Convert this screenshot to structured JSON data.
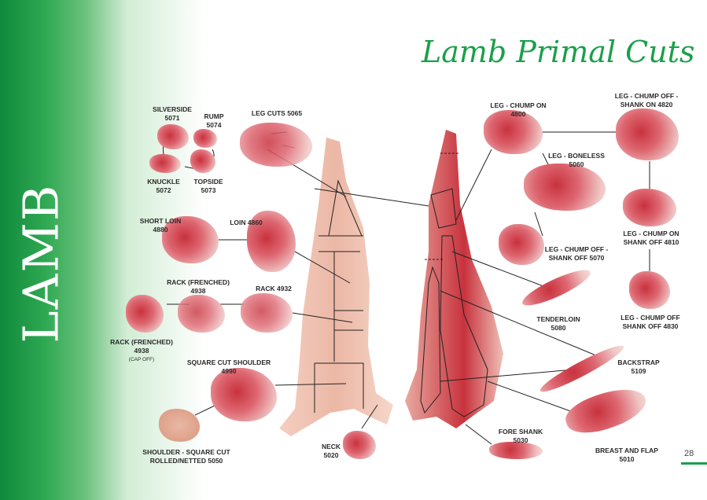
{
  "title": "Lamb Primal Cuts",
  "side_title": "LAMB",
  "page_number": "28",
  "colors": {
    "brand_green": "#1aa04a",
    "meat": "#c8323d"
  },
  "labels": {
    "silverside": [
      "SILVERSIDE",
      "5071"
    ],
    "rump": [
      "RUMP",
      "5074"
    ],
    "knuckle": [
      "KNUCKLE",
      "5072"
    ],
    "topside": [
      "TOPSIDE",
      "5073"
    ],
    "leg_cuts": [
      "LEG CUTS 5065"
    ],
    "short_loin": [
      "SHORT LOIN",
      "4880"
    ],
    "loin": [
      "LOIN 4860"
    ],
    "rack_frenched": [
      "RACK (FRENCHED)",
      "4938"
    ],
    "rack": [
      "RACK 4932"
    ],
    "rack_frenched_capoff": [
      "RACK (FRENCHED)",
      "4938",
      "(CAP OFF)"
    ],
    "square_cut_shoulder": [
      "SQUARE CUT SHOULDER",
      "4990"
    ],
    "shoulder_rolled": [
      "SHOULDER - SQUARE CUT",
      "ROLLED/NETTED 5050"
    ],
    "neck": [
      "NECK",
      "5020"
    ],
    "leg_chump_on": [
      "LEG - CHUMP ON",
      "4800"
    ],
    "leg_chump_off_shank_on": [
      "LEG - CHUMP OFF -",
      "SHANK ON 4820"
    ],
    "leg_boneless": [
      "LEG - BONELESS",
      "5060"
    ],
    "leg_chump_off_shank_off_5070": [
      "LEG - CHUMP OFF -",
      "SHANK OFF 5070"
    ],
    "leg_chump_on_shank_off": [
      "LEG - CHUMP ON",
      "SHANK OFF 4810"
    ],
    "tenderloin": [
      "TENDERLOIN",
      "5080"
    ],
    "leg_chump_off_shank_off_4830": [
      "LEG - CHUMP OFF",
      "SHANK OFF 4830"
    ],
    "backstrap": [
      "BACKSTRAP",
      "5109"
    ],
    "fore_shank": [
      "FORE SHANK",
      "5030"
    ],
    "breast_flap": [
      "BREAST AND FLAP",
      "5010"
    ]
  }
}
